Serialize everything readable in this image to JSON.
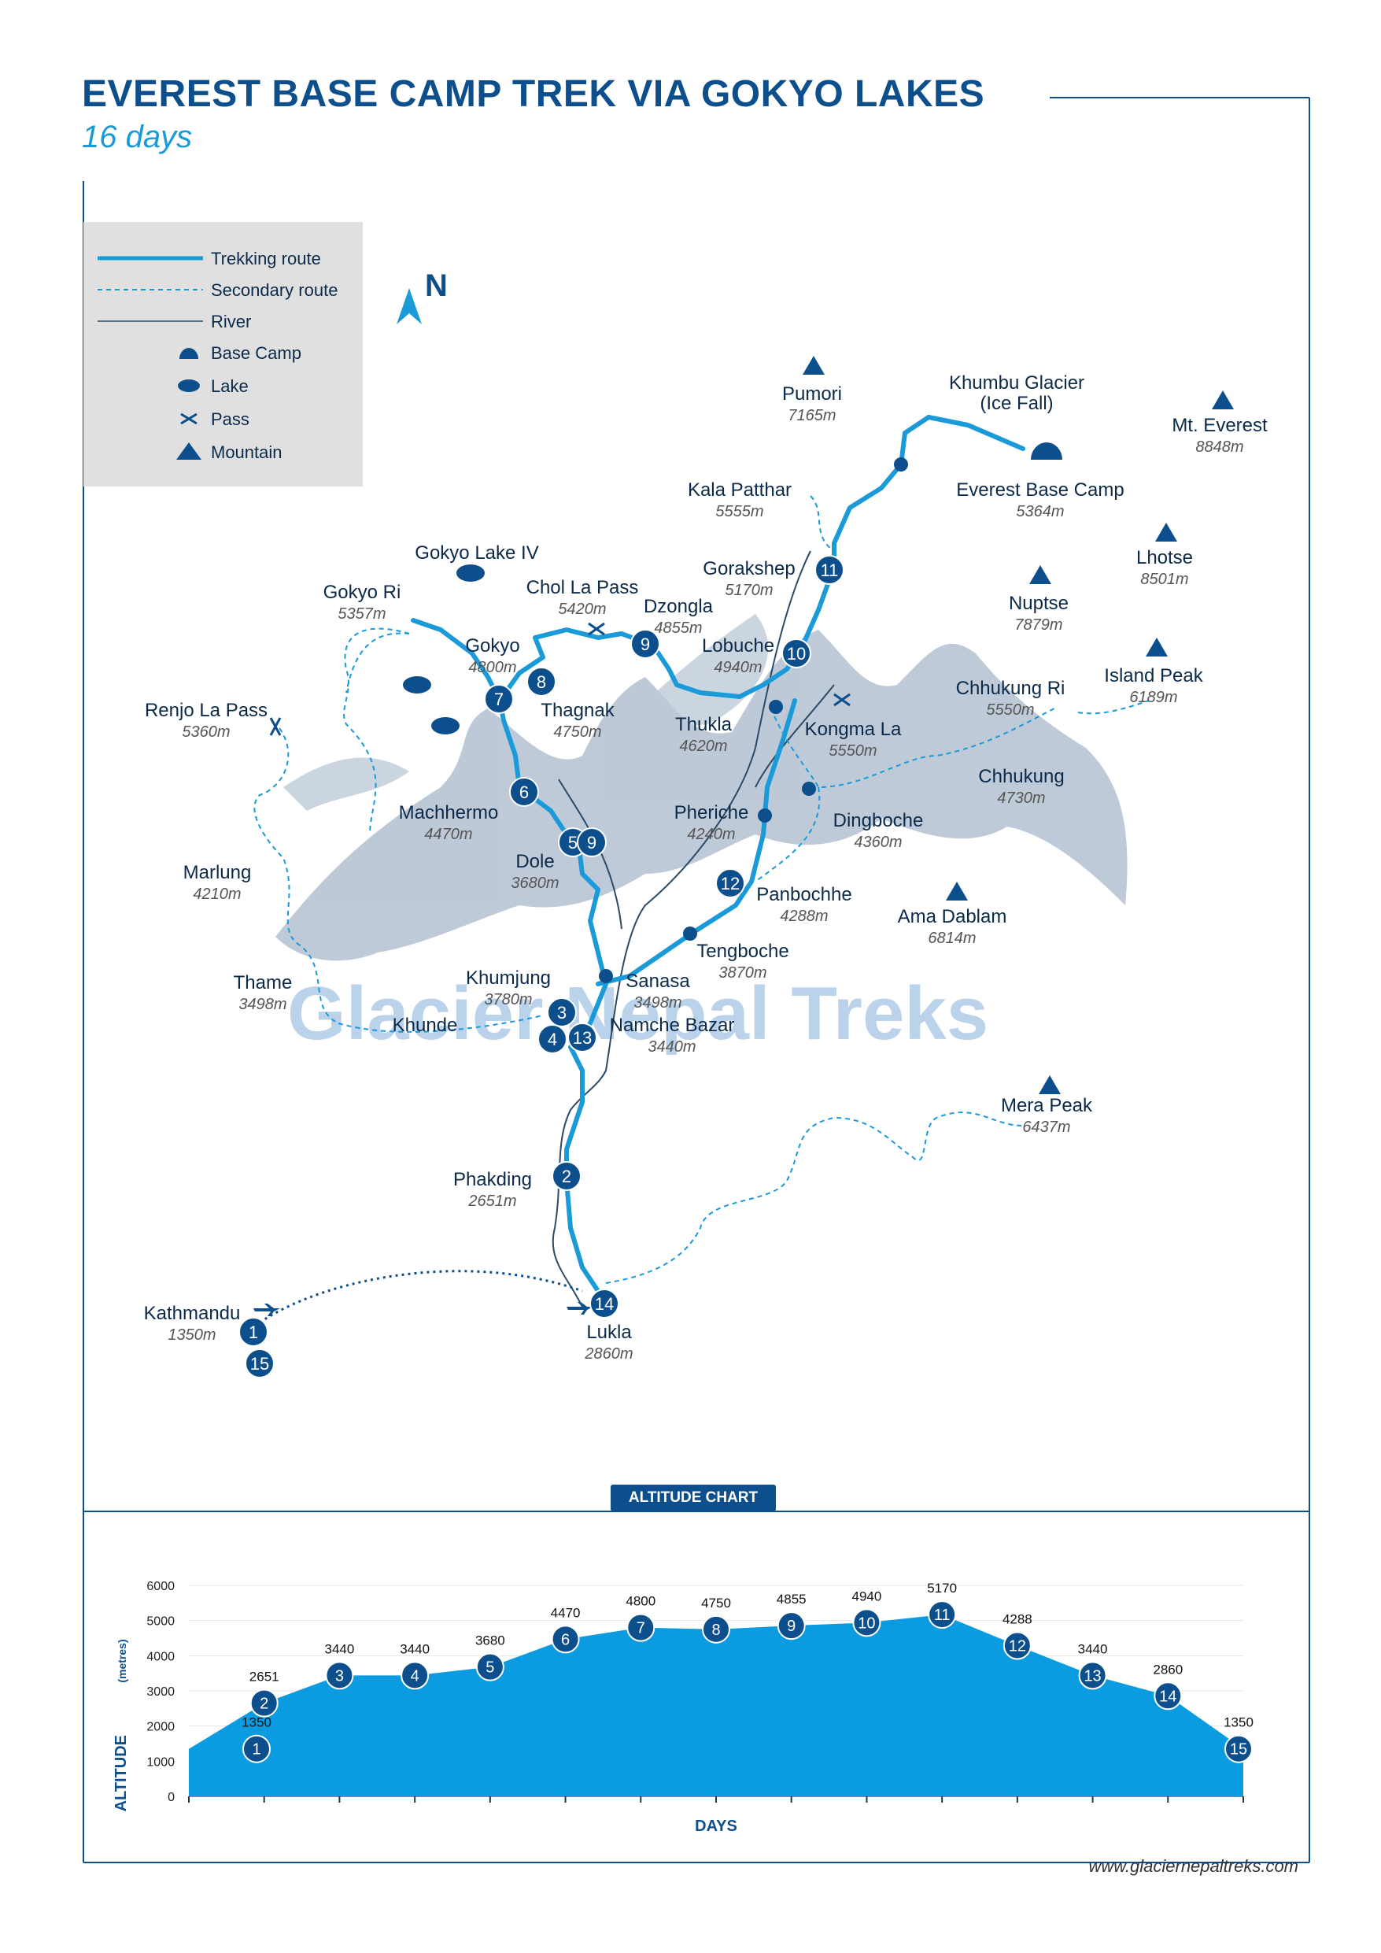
{
  "header": {
    "title": "EVEREST BASE CAMP TREK VIA GOKYO LAKES",
    "subtitle": "16 days"
  },
  "legend": [
    {
      "label": "Trekking route",
      "icon": "solid-line"
    },
    {
      "label": "Secondary route",
      "icon": "dashed-line"
    },
    {
      "label": "River",
      "icon": "thin-line"
    },
    {
      "label": "Base Camp",
      "icon": "base-camp-icon"
    },
    {
      "label": "Lake",
      "icon": "lake-icon"
    },
    {
      "label": "Pass",
      "icon": "pass-icon"
    },
    {
      "label": "Mountain",
      "icon": "mountain-icon"
    }
  ],
  "north_label": "N",
  "watermark": "Glacier Nepal Treks",
  "places": [
    {
      "name": "Pumori",
      "alt": "7165m"
    },
    {
      "name": "Khumbu Glacier",
      "name2": "(Ice Fall)"
    },
    {
      "name": "Mt. Everest",
      "alt": "8848m"
    },
    {
      "name": "Kala Patthar",
      "alt": "5555m"
    },
    {
      "name": "Everest Base Camp",
      "alt": "5364m"
    },
    {
      "name": "Gokyo Lake IV"
    },
    {
      "name": "Lhotse",
      "alt": "8501m"
    },
    {
      "name": "Gorakshep",
      "alt": "5170m"
    },
    {
      "name": "Chol La Pass",
      "alt": "5420m"
    },
    {
      "name": "Gokyo Ri",
      "alt": "5357m"
    },
    {
      "name": "Nuptse",
      "alt": "7879m"
    },
    {
      "name": "Dzongla",
      "alt": "4855m"
    },
    {
      "name": "Lobuche",
      "alt": "4940m"
    },
    {
      "name": "Gokyo",
      "alt": "4800m"
    },
    {
      "name": "Island Peak",
      "alt": "6189m"
    },
    {
      "name": "Chhukung Ri",
      "alt": "5550m"
    },
    {
      "name": "Renjo La Pass",
      "alt": "5360m"
    },
    {
      "name": "Thagnak",
      "alt": "4750m"
    },
    {
      "name": "Thukla",
      "alt": "4620m"
    },
    {
      "name": "Kongma La",
      "alt": "5550m"
    },
    {
      "name": "Chhukung",
      "alt": "4730m"
    },
    {
      "name": "Machhermo",
      "alt": "4470m"
    },
    {
      "name": "Pheriche",
      "alt": "4240m"
    },
    {
      "name": "Dingboche",
      "alt": "4360m"
    },
    {
      "name": "Marlung",
      "alt": "4210m"
    },
    {
      "name": "Dole",
      "alt": "3680m"
    },
    {
      "name": "Panbochhe",
      "alt": "4288m"
    },
    {
      "name": "Ama Dablam",
      "alt": "6814m"
    },
    {
      "name": "Tengboche",
      "alt": "3870m"
    },
    {
      "name": "Thame",
      "alt": "3498m"
    },
    {
      "name": "Khumjung",
      "alt": "3780m"
    },
    {
      "name": "Sanasa",
      "alt": "3498m"
    },
    {
      "name": "Khunde"
    },
    {
      "name": "Namche Bazar",
      "alt": "3440m"
    },
    {
      "name": "Mera Peak",
      "alt": "6437m"
    },
    {
      "name": "Phakding",
      "alt": "2651m"
    },
    {
      "name": "Kathmandu",
      "alt": "1350m"
    },
    {
      "name": "Lukla",
      "alt": "2860m"
    }
  ],
  "day_markers": [
    "1",
    "2",
    "3",
    "4",
    "5",
    "6",
    "7",
    "8",
    "9",
    "10",
    "11",
    "12",
    "13",
    "14",
    "15"
  ],
  "chart_badge": "ALTITUDE CHART",
  "chart_data": {
    "type": "area",
    "x": [
      1,
      2,
      3,
      4,
      5,
      6,
      7,
      8,
      9,
      10,
      11,
      12,
      13,
      14,
      15
    ],
    "values": [
      1350,
      2651,
      3440,
      3440,
      3680,
      4470,
      4800,
      4750,
      4855,
      4940,
      5170,
      4288,
      3440,
      2860,
      1350
    ],
    "xlabel": "DAYS",
    "ylabel": "ALTITUDE",
    "ylabel_unit": "(metres)",
    "ylim": [
      0,
      6000
    ],
    "yticks": [
      "0",
      "1000",
      "2000",
      "3000",
      "4000",
      "5000",
      "6000"
    ],
    "colors": {
      "fill": "#0a9be0",
      "marker": "#0d4f8c"
    }
  },
  "footer": {
    "url": "www.glaciernepaltreks.com"
  },
  "colors": {
    "route": "#1a9ad9",
    "dark": "#0d4f8c",
    "mountain_shadow": "#b7c4d3",
    "legend_bg": "#e0e0e0"
  }
}
